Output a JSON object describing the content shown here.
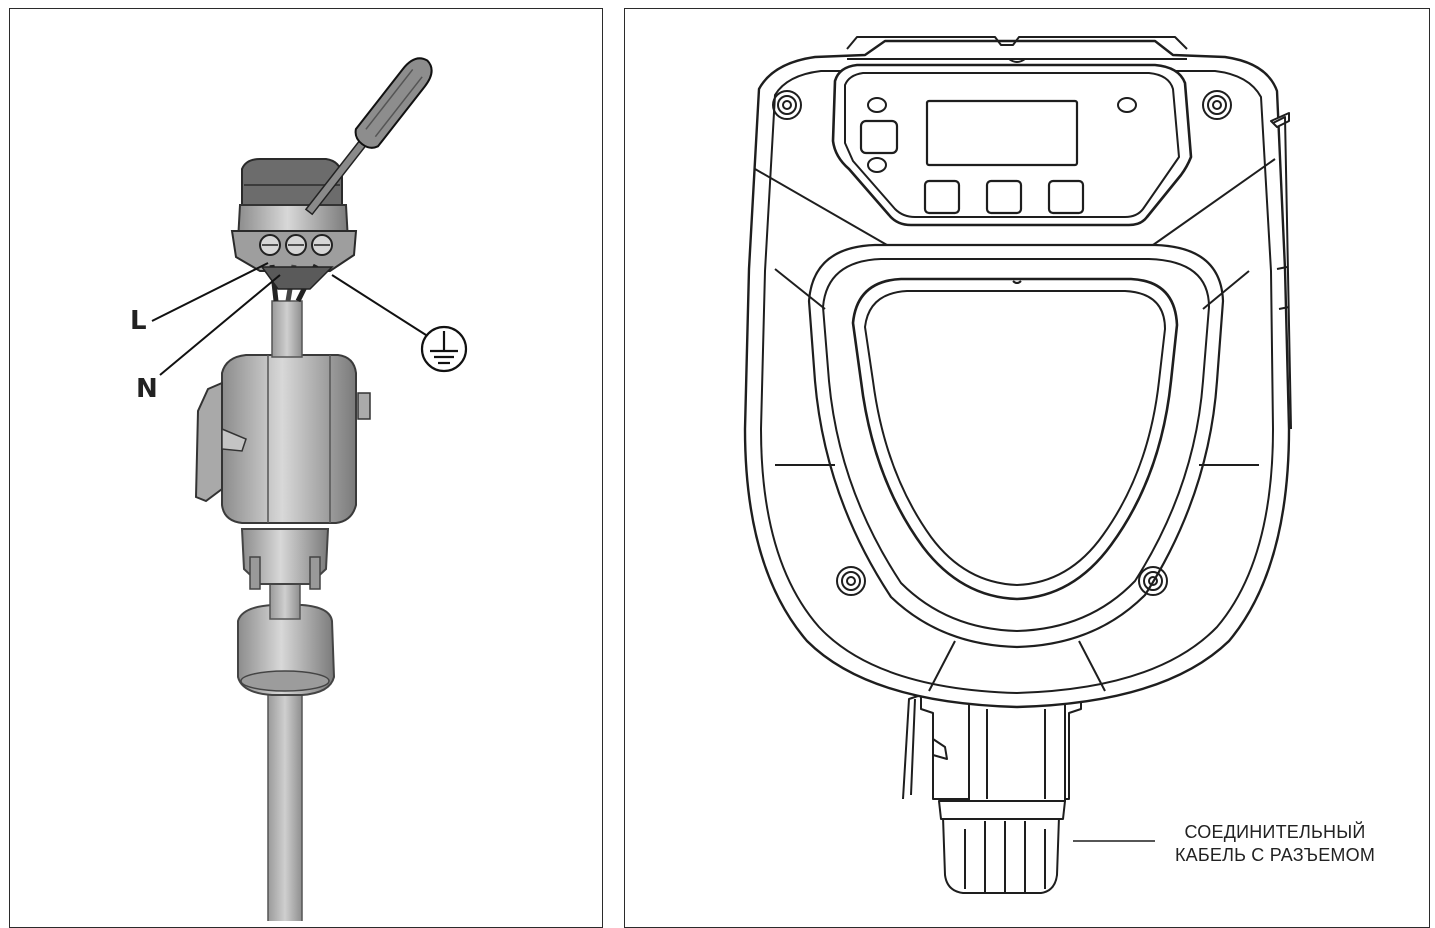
{
  "left_figure": {
    "labels": {
      "live": "L",
      "neutral": "N"
    },
    "ground_symbol": "earth-ground-icon"
  },
  "right_figure": {
    "callout": {
      "line1": "СОЕДИНИТЕЛЬНЫЙ",
      "line2": "КАБЕЛЬ С РАЗЪЕМОМ"
    }
  },
  "colors": {
    "stroke": "#1e1e1e",
    "device_fill": "#ffffff",
    "cable_gray": "#b4b4b4"
  }
}
